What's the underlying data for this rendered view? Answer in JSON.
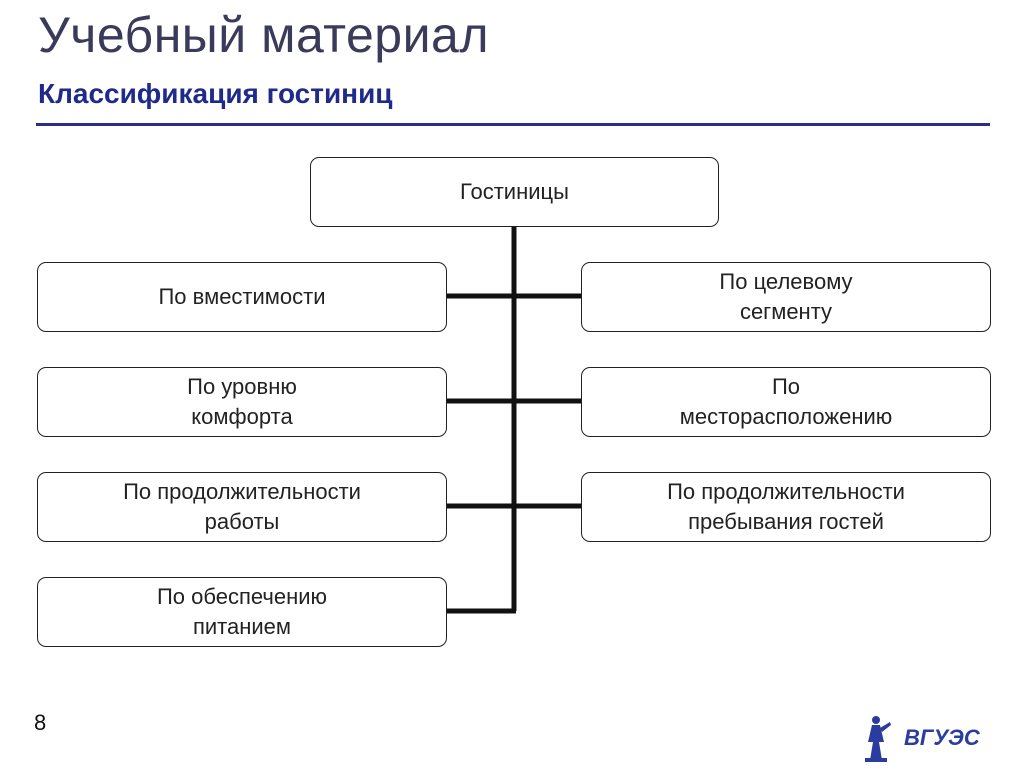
{
  "header": {
    "title": "Учебный материал",
    "subtitle": "Классификация гостиниц"
  },
  "diagram": {
    "root": "Гостиницы",
    "left": [
      "По вместимости",
      "По уровню\nкомфорта",
      "По продолжительности\nработы",
      "По обеспечению\nпитанием"
    ],
    "right": [
      "По целевому\nсегменту",
      "По\nместорасположению",
      "По продолжительности\nпребывания гостей"
    ]
  },
  "footer": {
    "page_number": "8",
    "logo_text": "ВГУЭС"
  },
  "colors": {
    "title": "#3a3a5a",
    "subtitle": "#1f2a8a",
    "rule": "#2a2f86",
    "logo": "#2b3ca0"
  }
}
